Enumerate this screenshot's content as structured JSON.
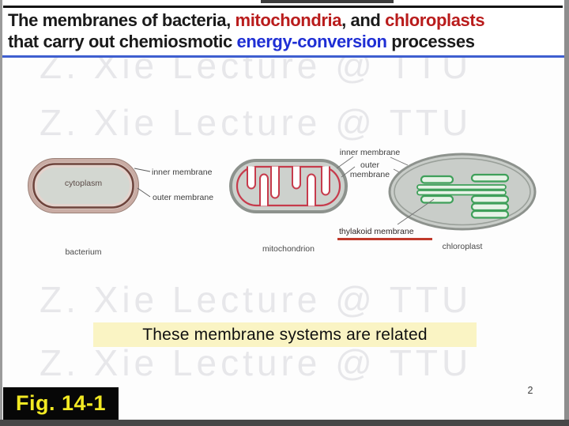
{
  "slide": {
    "title": {
      "line1": [
        {
          "text": "The membranes of bacteria, "
        },
        {
          "text": "mitochondria"
        },
        {
          "text": ", and "
        },
        {
          "text": "chloroplasts"
        }
      ],
      "line2": [
        {
          "text": "that carry out chemiosmotic "
        },
        {
          "text": "energy-conversion"
        },
        {
          "text": " processes"
        }
      ]
    },
    "watermark_text": "Z. Xie Lecture @ TTU",
    "diagram": {
      "bacterium": {
        "name": "bacterium",
        "cytoplasm": "cytoplasm",
        "inner_membrane": "inner membrane",
        "outer_membrane": "outer membrane"
      },
      "mitochondrion": {
        "name": "mitochondrion"
      },
      "organelle_membrane_labels": {
        "inner_membrane": "inner membrane",
        "outer_word": "outer",
        "membrane_word": "membrane"
      },
      "chloroplast": {
        "name": "chloroplast",
        "thylakoid_membrane": "thylakoid membrane"
      }
    },
    "callout": "These membrane systems are related",
    "figure_label": "Fig. 14-1",
    "page_number": "2",
    "colors": {
      "title_red": "#b91c1c",
      "title_blue": "#1f2fd4",
      "title_underline_blue": "#3f5fd0",
      "callout_bg": "#faf4c4",
      "figure_label_yellow": "#f2e923",
      "watermark_gray": "#e7e7ea",
      "bacterium_membrane_dark": "#6e443c",
      "bacterium_membrane_band": "#c9aca4",
      "mito_inner_membrane_red": "#c63b4c",
      "organelle_fill_gray": "#cdd1cd",
      "thylakoid_green": "#3fa05a",
      "thylakoid_underline_red": "#c0392b"
    }
  }
}
